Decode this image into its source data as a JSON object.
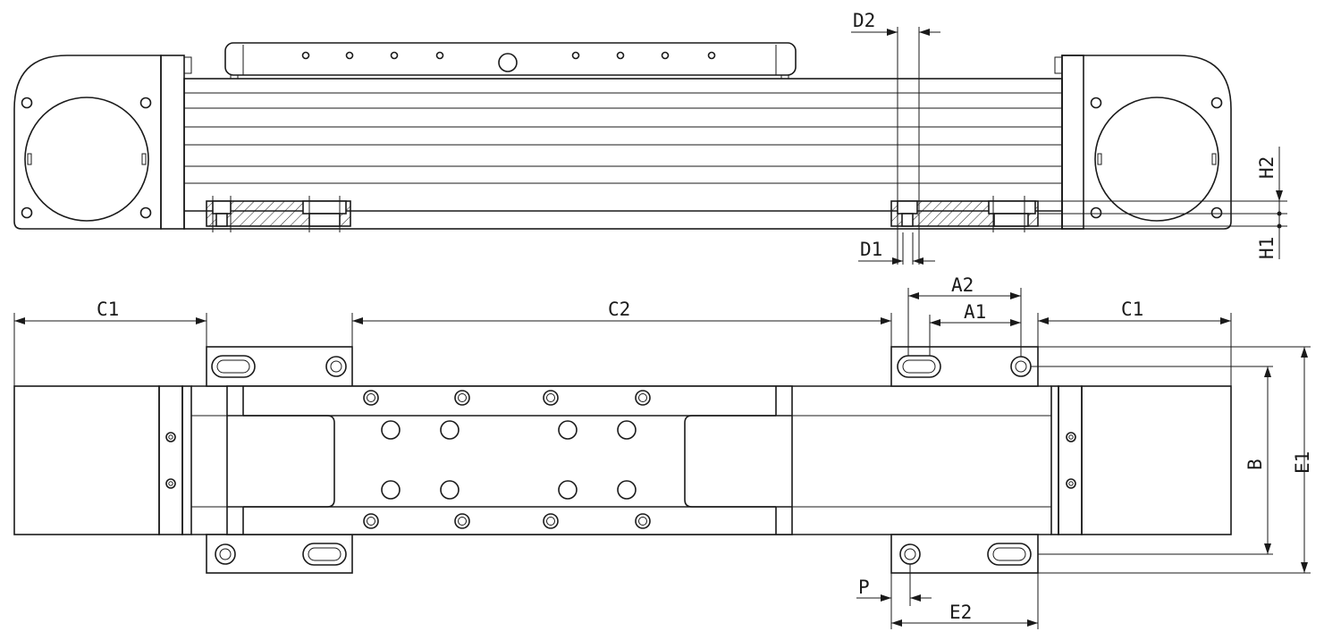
{
  "dimension_labels": {
    "D2": "D2",
    "D1": "D1",
    "H2": "H2",
    "H1": "H1",
    "C1_left": "C1",
    "C2": "C2",
    "A2": "A2",
    "A1": "A1",
    "C1_right": "C1",
    "B": "B",
    "E1": "E1",
    "P": "P",
    "E2": "E2"
  },
  "colors": {
    "line": "#1a1a1a",
    "background": "#ffffff"
  }
}
